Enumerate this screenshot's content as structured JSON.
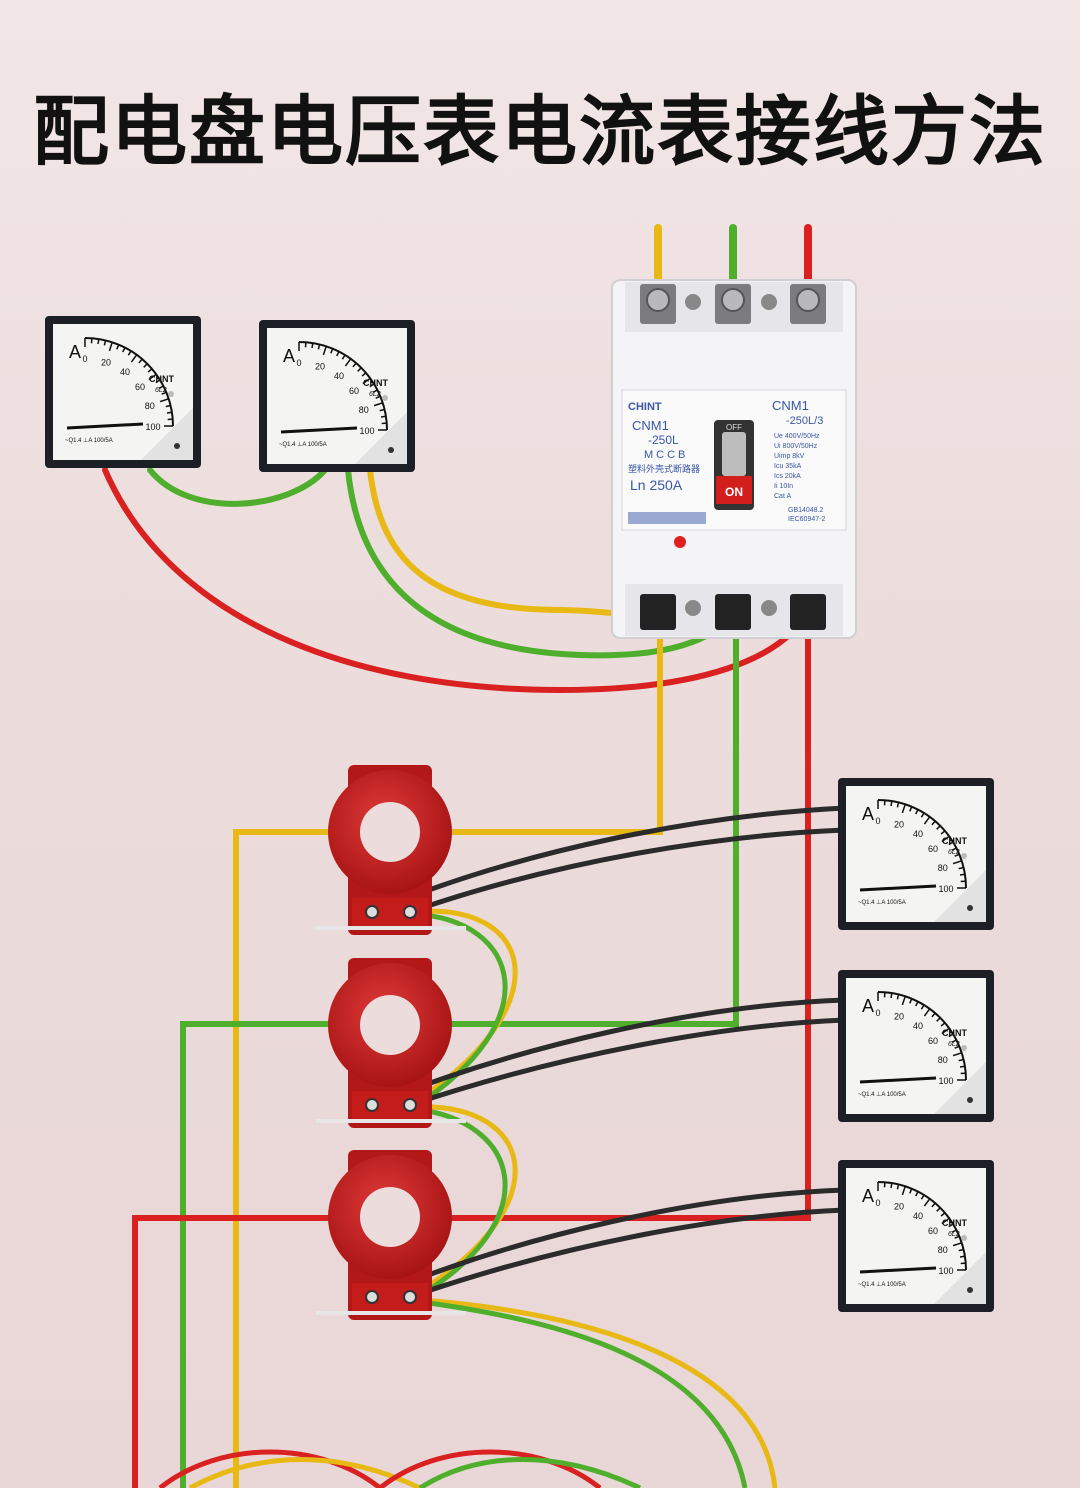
{
  "title": "配电盘电压表电流表接线方法",
  "meter": {
    "unit": "A",
    "brand": "CHNT",
    "model": "6L2",
    "scale_ticks": [
      "20",
      "40",
      "60",
      "80",
      "100"
    ],
    "zero_label": "0",
    "footer": "~Q1.4 ⊥A 100/5A"
  },
  "breaker": {
    "logo": "CHINT",
    "left_model": "CNM1",
    "left_rating": "-250L",
    "type": "MCCB",
    "name_cn": "塑料外壳式断路器",
    "current": "Ln 250A",
    "right_model": "CNM1",
    "right_rating": "-250L/3",
    "specs": [
      "Ue 400V/50Hz",
      "Ui 800V/50Hz",
      "Uimp 8kV",
      "Icu 35kA",
      "Ics 20kA",
      "Ii 10In",
      "Cat A"
    ],
    "standard": "GB14048.2",
    "standard2": "IEC60947-2",
    "off_label": "OFF",
    "on_label": "ON"
  },
  "colors": {
    "phase_a": "#e8b814",
    "phase_b": "#4fae2c",
    "phase_c": "#d92121",
    "ct_body": "#c41b1b",
    "meter_frame": "#1c1f26",
    "meter_signal": "#2b2b2b"
  }
}
